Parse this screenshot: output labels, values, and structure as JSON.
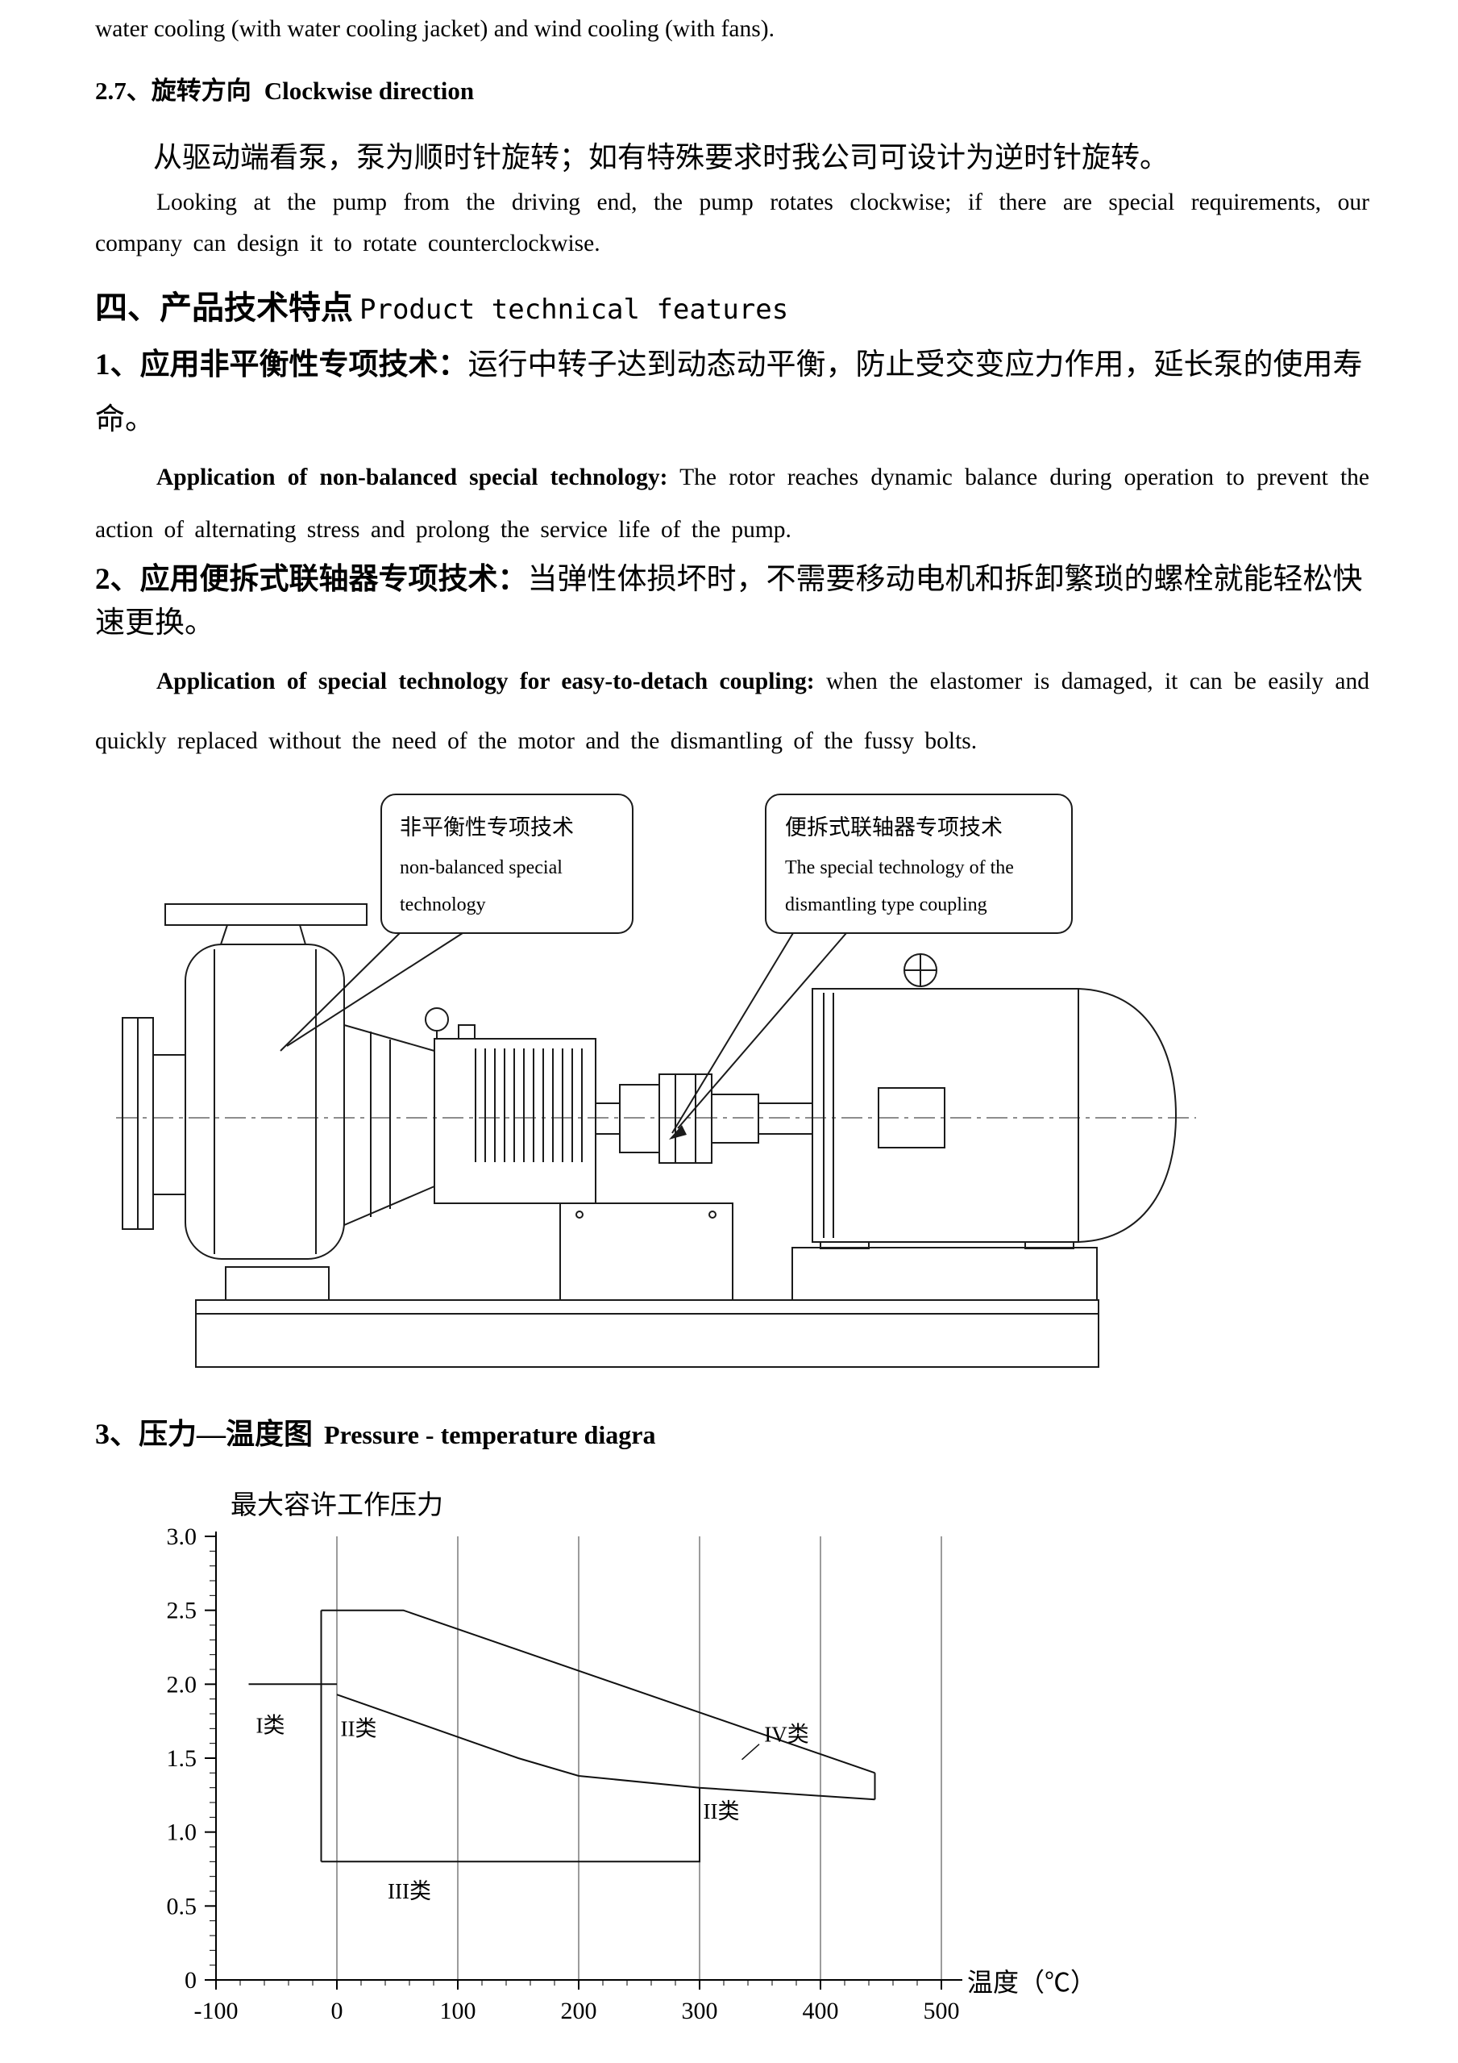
{
  "doc": {
    "top_line": "water cooling (with water cooling jacket) and wind cooling (with fans).",
    "s27": {
      "title_zh": "2.7、旋转方向",
      "title_en": "Clockwise direction",
      "para_zh": "从驱动端看泵，泵为顺时针旋转；如有特殊要求时我公司可设计为逆时针旋转。",
      "para_en": "Looking at the pump from the driving end, the pump rotates clockwise; if there are special requirements, our company can design it to rotate counterclockwise."
    },
    "s4": {
      "title_zh": "四、产品技术特点",
      "title_en": "Product technical features"
    },
    "item1": {
      "zh_bold": "1、应用非平衡性专项技术：",
      "zh_rest": "运行中转子达到动态动平衡，防止受交变应力作用，延长泵的使用寿命。",
      "en_bold": "Application of non-balanced special technology:",
      "en_rest": " The rotor reaches dynamic balance during operation to prevent the action of alternating stress and prolong the service life of the pump."
    },
    "item2": {
      "zh_bold": "2、应用便拆式联轴器专项技术：",
      "zh_rest": "当弹性体损坏时，不需要移动电机和拆卸繁琐的螺栓就能轻松快速更换。",
      "en_bold": "Application of special technology for easy-to-detach coupling:",
      "en_rest": " when the elastomer is damaged, it can be easily and quickly replaced without the need of the motor and the dismantling of the fussy bolts."
    },
    "callout1": {
      "zh": "非平衡性专项技术",
      "en1": "non-balanced    special",
      "en2": "technology"
    },
    "callout2": {
      "zh": "便拆式联轴器专项技术",
      "en1": "The special technology of the",
      "en2": "dismantling type coupling"
    },
    "s3": {
      "title_zh": "3、压力—温度图",
      "title_en": "Pressure - temperature diagra"
    }
  },
  "chart_data": {
    "type": "line",
    "title": "最大容许工作压力",
    "xlabel": "温度（℃）",
    "ylabel": "",
    "xlim": [
      -100,
      500
    ],
    "ylim": [
      0,
      3.0
    ],
    "x_ticks": [
      -100,
      0,
      100,
      200,
      300,
      400,
      500
    ],
    "y_ticks": [
      0,
      0.5,
      1.0,
      1.5,
      2.0,
      2.5,
      3.0
    ],
    "grid": "vertical-at-x-ticks",
    "legend": "none",
    "series": [
      {
        "name": "class-I-boundary",
        "points": [
          [
            -73,
            2.0
          ],
          [
            0,
            2.0
          ]
        ]
      },
      {
        "name": "low-temp-boundary",
        "points": [
          [
            -13,
            0.8
          ],
          [
            -13,
            2.5
          ]
        ]
      },
      {
        "name": "class-IV-curve",
        "points": [
          [
            -13,
            2.5
          ],
          [
            55,
            2.5
          ],
          [
            445,
            1.4
          ]
        ]
      },
      {
        "name": "class-II-curve",
        "points": [
          [
            0,
            1.93
          ],
          [
            150,
            1.5
          ],
          [
            200,
            1.38
          ],
          [
            300,
            1.3
          ],
          [
            445,
            1.22
          ]
        ]
      },
      {
        "name": "high-temp-boundary",
        "points": [
          [
            445,
            1.4
          ],
          [
            445,
            1.22
          ]
        ]
      },
      {
        "name": "class-III-boundary",
        "points": [
          [
            -13,
            0.8
          ],
          [
            300,
            0.8
          ],
          [
            300,
            1.3
          ]
        ]
      }
    ],
    "region_labels": [
      {
        "text": "I类",
        "x": -55,
        "y": 1.72
      },
      {
        "text": "II类",
        "x": 18,
        "y": 1.7
      },
      {
        "text": "IV类",
        "x": 372,
        "y": 1.66,
        "leader_to": [
          335,
          1.49
        ]
      },
      {
        "text": "II类",
        "x": 318,
        "y": 1.14
      },
      {
        "text": "III类",
        "x": 60,
        "y": 0.6
      }
    ]
  }
}
